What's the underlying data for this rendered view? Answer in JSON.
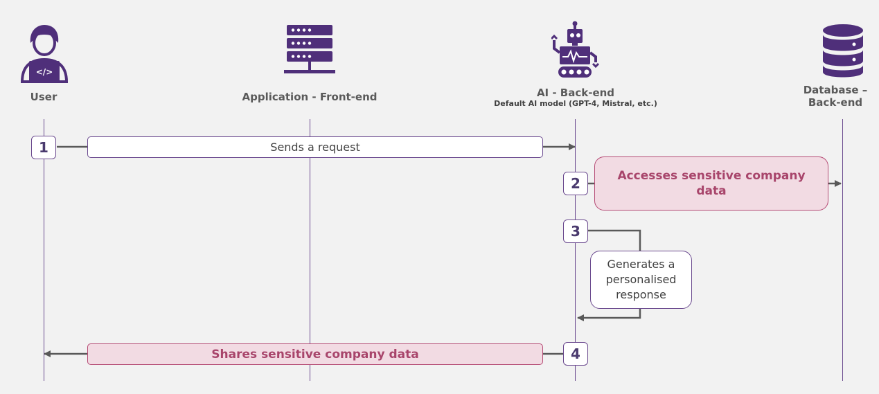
{
  "actors": {
    "user": {
      "label": "User",
      "icon": "user-laptop-icon"
    },
    "frontend": {
      "label": "Application - Front-end",
      "icon": "server-rack-icon"
    },
    "backend": {
      "label": "AI - Back-end",
      "sublabel": "Default AI model (GPT-4, Mistral, etc.)",
      "icon": "robot-icon"
    },
    "database": {
      "label_line1": "Database –",
      "label_line2": "Back-end",
      "icon": "database-icon"
    }
  },
  "steps": [
    {
      "number": "1",
      "text": "Sends a request"
    },
    {
      "number": "2",
      "text_line1": "Accesses sensitive company",
      "text_line2": "data"
    },
    {
      "number": "3",
      "text_line1": "Generates a",
      "text_line2": "personalised",
      "text_line3": "response"
    },
    {
      "number": "4",
      "text": "Shares sensitive company data"
    }
  ],
  "colors": {
    "purple": "#4f2f7a",
    "pink_fill": "#f2dbe3",
    "pink_text": "#a8456b",
    "arrow": "#595959",
    "background": "#f2f2f2"
  }
}
